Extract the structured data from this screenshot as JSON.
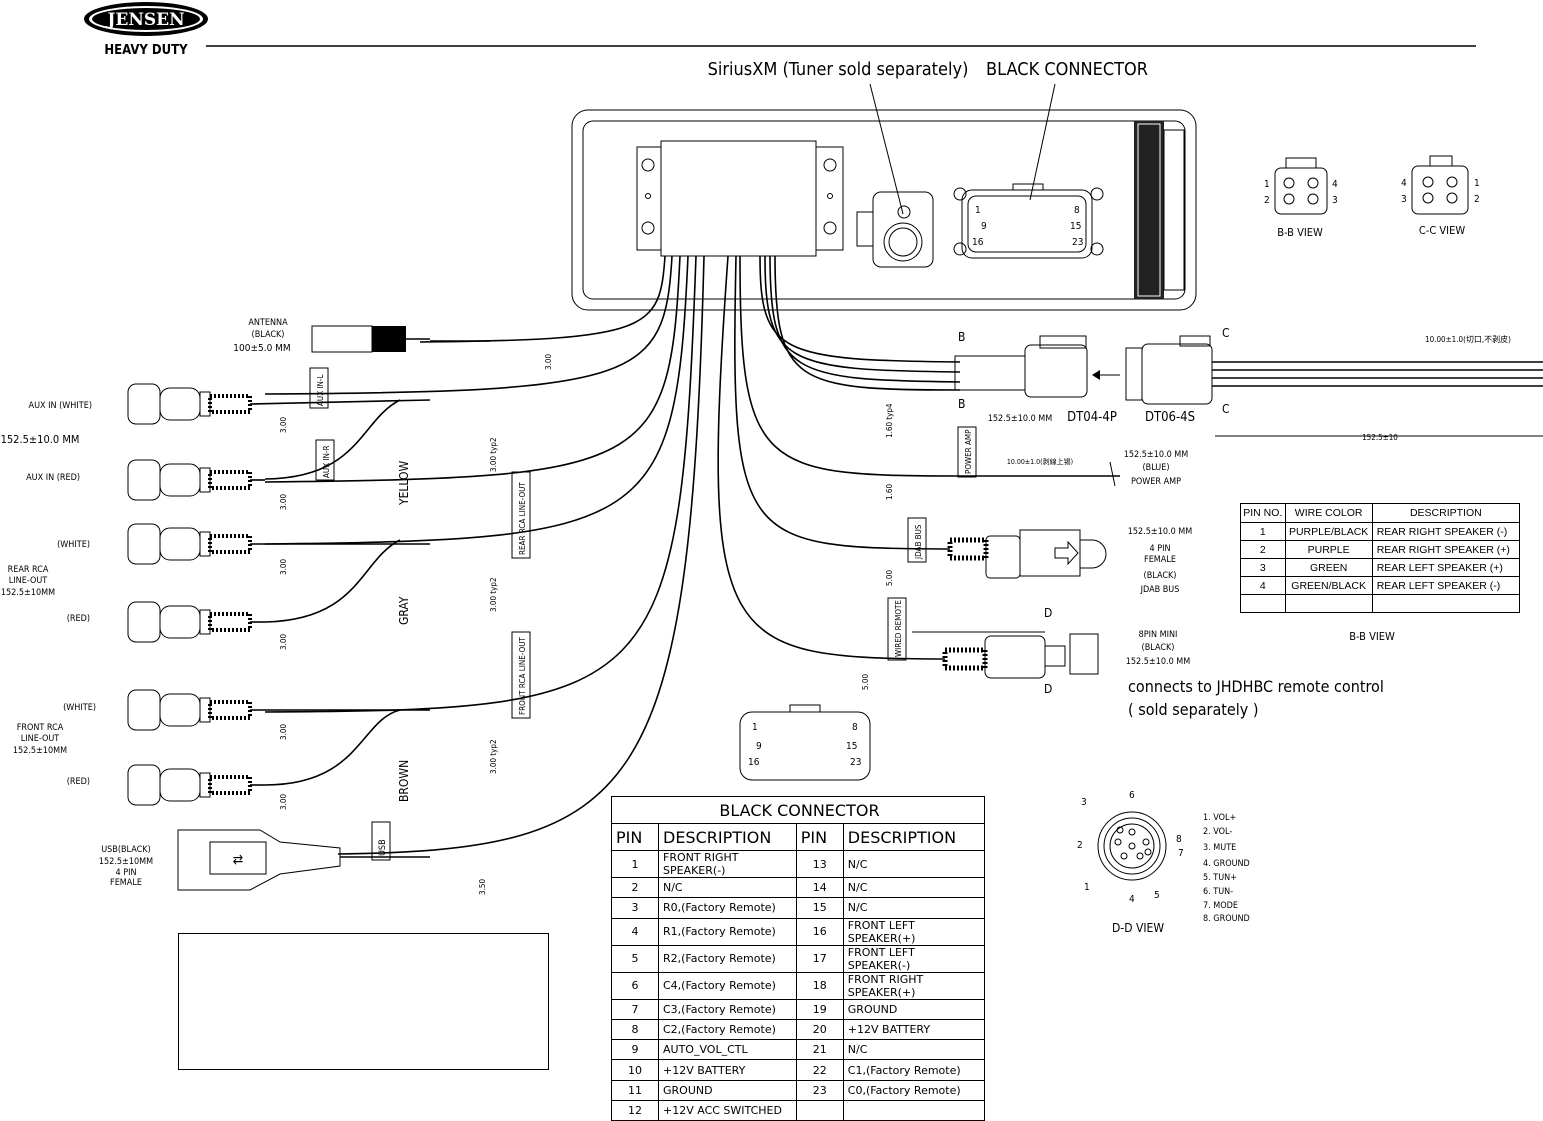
{
  "brand": {
    "name": "JENSEN",
    "tagline": "HEAVY DUTY"
  },
  "head_unit": {
    "siriusxm_label": "SiriusXM (Tuner sold separately)",
    "black_connector_label": "BLACK CONNECTOR",
    "pin_labels": [
      "1",
      "8",
      "9",
      "15",
      "16",
      "23"
    ]
  },
  "views": {
    "bb": {
      "label": "B-B  VIEW",
      "pins_left": [
        "1",
        "2"
      ],
      "pins_right": [
        "4",
        "3"
      ]
    },
    "cc": {
      "label": "C-C  VIEW",
      "pins_left": [
        "4",
        "3"
      ],
      "pins_right": [
        "1",
        "2"
      ]
    },
    "dd": {
      "label": "D-D  VIEW",
      "pins": [
        "1",
        "2",
        "3",
        "4",
        "5",
        "6",
        "7",
        "8"
      ]
    },
    "bb_table_label": "B-B  VIEW"
  },
  "antenna": {
    "label1": "ANTENNA",
    "label2": "(BLACK)",
    "length": "100±5.0  MM",
    "dim": "3.00"
  },
  "aux": {
    "white": "AUX IN  (WHITE)",
    "red": "AUX IN  (RED)",
    "length": "152.5±10.0  MM",
    "tag_l": "AUX IN-L",
    "tag_r": "AUX IN-R",
    "color": "YELLOW",
    "dim1": "3.00",
    "dim2": "3.00",
    "typ": "3.00  typ2"
  },
  "rear_rca": {
    "white": "(WHITE)",
    "red": "(RED)",
    "label1": "REAR  RCA",
    "label2": "LINE-OUT",
    "length": "152.5±10MM",
    "tag": "REAR RCA LINE-OUT",
    "color": "GRAY",
    "dim1": "3.00",
    "dim2": "3.00",
    "typ": "3.00  typ2"
  },
  "front_rca": {
    "white": "(WHITE)",
    "red": "(RED)",
    "label1": "FRONT  RCA",
    "label2": "LINE-OUT",
    "length": "152.5±10MM",
    "tag": "FRONT RCA LINE-OUT",
    "color": "BROWN",
    "dim1": "3.00",
    "dim2": "3.00",
    "typ": "3.00  typ2"
  },
  "usb": {
    "label1": "USB(BLACK)",
    "label2": "152.5±10MM",
    "label3": "4  PIN",
    "label4": "FEMALE",
    "tag": "USB",
    "dim": "3.50"
  },
  "speaker_harness": {
    "b": "B",
    "c": "C",
    "length_b": "152.5±10.0  MM",
    "dt04": "DT04-4P",
    "dt06": "DT06-4S",
    "strip": "10.00±1.0(切口,不剥皮)",
    "overall": "152.5±10",
    "typ": "1.60  typ4"
  },
  "power_amp": {
    "tag": "POWER AMP",
    "strip": "10.00±1.0(剥線上锡)",
    "length": "152.5±10.0  MM",
    "color": "(BLUE)",
    "name": "POWER AMP",
    "dim": "1.60"
  },
  "jdab": {
    "tag": "JDAB BUS",
    "length": "152.5±10.0  MM",
    "pin1": "4  PIN",
    "pin2": "FEMALE",
    "color": "(BLACK)",
    "name": "JDAB  BUS",
    "dim": "5.00"
  },
  "wired_remote": {
    "tag": "WIRED REMOTE",
    "d": "D",
    "label1": "8PIN MINI",
    "label2": "(BLACK)",
    "length": "152.5±10.0  MM",
    "note1": "connects to JHDHBC remote control",
    "note2": "( sold separately )",
    "dim": "5.00"
  },
  "bb_table": {
    "headers": [
      "PIN  NO.",
      "WIRE COLOR",
      "DESCRIPTION"
    ],
    "rows": [
      [
        "1",
        "PURPLE/BLACK",
        "REAR RIGHT SPEAKER (-)"
      ],
      [
        "2",
        "PURPLE",
        "REAR RIGHT SPEAKER (+)"
      ],
      [
        "3",
        "GREEN",
        "REAR LEFT SPEAKER (+)"
      ],
      [
        "4",
        "GREEN/BLACK",
        "REAR LEFT SPEAKER (-)"
      ],
      [
        "",
        "",
        ""
      ]
    ]
  },
  "black_connector_table": {
    "title": "BLACK  CONNECTOR",
    "headers": [
      "PIN",
      "DESCRIPTION",
      "PIN",
      "DESCRIPTION"
    ],
    "rows": [
      [
        "1",
        "FRONT RIGHT SPEAKER(-)",
        "13",
        "N/C"
      ],
      [
        "2",
        "N/C",
        "14",
        "N/C"
      ],
      [
        "3",
        "R0,(Factory Remote)",
        "15",
        "N/C"
      ],
      [
        "4",
        "R1,(Factory Remote)",
        "16",
        "FRONT LEFT SPEAKER(+)"
      ],
      [
        "5",
        "R2,(Factory Remote)",
        "17",
        "FRONT LEFT SPEAKER(-)"
      ],
      [
        "6",
        "C4,(Factory Remote)",
        "18",
        "FRONT RIGHT SPEAKER(+)"
      ],
      [
        "7",
        "C3,(Factory Remote)",
        "19",
        "GROUND"
      ],
      [
        "8",
        "C2,(Factory Remote)",
        "20",
        "+12V BATTERY"
      ],
      [
        "9",
        "AUTO_VOL_CTL",
        "21",
        "N/C"
      ],
      [
        "10",
        "+12V BATTERY",
        "22",
        "C1,(Factory Remote)"
      ],
      [
        "11",
        "GROUND",
        "23",
        "C0,(Factory Remote)"
      ],
      [
        "12",
        "+12V ACC SWITCHED",
        "",
        ""
      ]
    ]
  },
  "dd_legend": [
    "1. VOL+",
    "2. VOL-",
    "3. MUTE",
    "4. GROUND",
    "5. TUN+",
    "6. TUN-",
    "7. MODE",
    "8. GROUND"
  ]
}
